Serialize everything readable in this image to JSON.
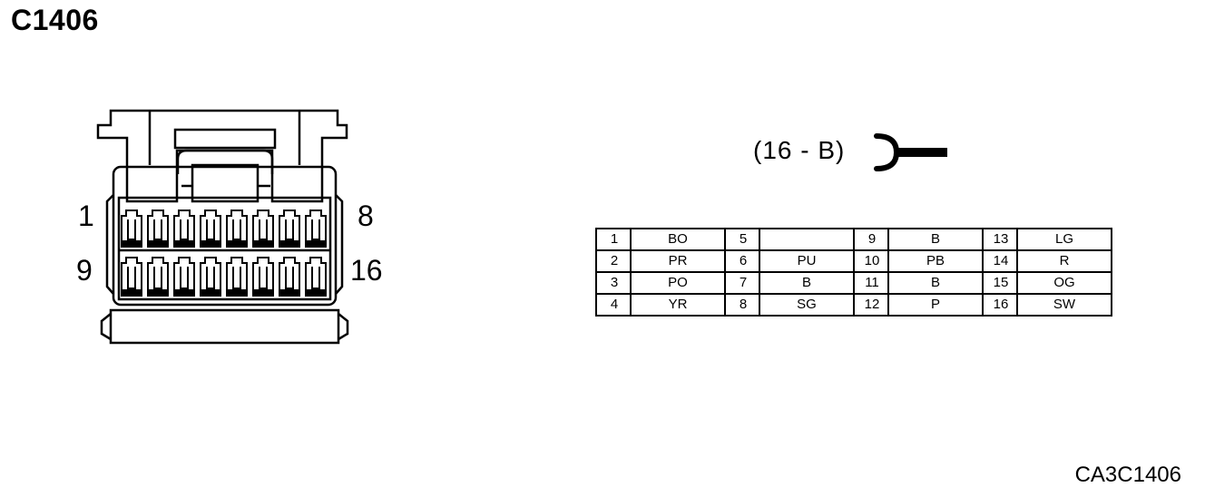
{
  "diagram": {
    "title": "C1406",
    "reference_code": "CA3C1406",
    "connector_id": "(16 - B)",
    "face_labels": {
      "top_left": "1",
      "top_right": "8",
      "bottom_left": "9",
      "bottom_right": "16"
    },
    "pin_table": [
      [
        {
          "pin": "1",
          "color": "BO"
        },
        {
          "pin": "5",
          "color": ""
        },
        {
          "pin": "9",
          "color": "B"
        },
        {
          "pin": "13",
          "color": "LG"
        }
      ],
      [
        {
          "pin": "2",
          "color": "PR"
        },
        {
          "pin": "6",
          "color": "PU"
        },
        {
          "pin": "10",
          "color": "PB"
        },
        {
          "pin": "14",
          "color": "R"
        }
      ],
      [
        {
          "pin": "3",
          "color": "PO"
        },
        {
          "pin": "7",
          "color": "B"
        },
        {
          "pin": "11",
          "color": "B"
        },
        {
          "pin": "15",
          "color": "OG"
        }
      ],
      [
        {
          "pin": "4",
          "color": "YR"
        },
        {
          "pin": "8",
          "color": "SG"
        },
        {
          "pin": "12",
          "color": "P"
        },
        {
          "pin": "16",
          "color": "SW"
        }
      ]
    ]
  }
}
